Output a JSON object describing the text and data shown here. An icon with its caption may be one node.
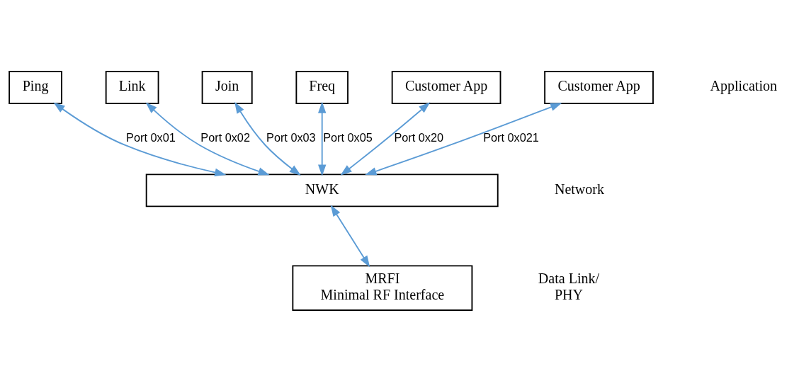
{
  "diagram": {
    "nodes": [
      {
        "text": [
          "Ping"
        ]
      },
      {
        "text": [
          "Link"
        ]
      },
      {
        "text": [
          "Join"
        ]
      },
      {
        "text": [
          "Freq"
        ]
      },
      {
        "text": [
          "Customer App"
        ]
      },
      {
        "text": [
          "Customer App"
        ]
      },
      {
        "text": [
          "NWK"
        ]
      },
      {
        "text": [
          "MRFI",
          "Minimal RF Interface"
        ]
      }
    ],
    "edges": [
      {
        "from": 6,
        "to": 0,
        "arrow": "both",
        "label": "Port 0x01"
      },
      {
        "from": 6,
        "to": 1,
        "arrow": "both",
        "label": "Port 0x02"
      },
      {
        "from": 6,
        "to": 2,
        "arrow": "both",
        "label": "Port 0x03"
      },
      {
        "from": 6,
        "to": 3,
        "arrow": "both",
        "label": "Port 0x05"
      },
      {
        "from": 6,
        "to": 4,
        "arrow": "both",
        "label": "Port 0x20"
      },
      {
        "from": 6,
        "to": 5,
        "arrow": "both",
        "label": "Port 0x021"
      },
      {
        "from": 6,
        "to": 7,
        "arrow": "both"
      }
    ],
    "labels": [
      "Application",
      "Network",
      "Data Link/ PHY"
    ]
  }
}
